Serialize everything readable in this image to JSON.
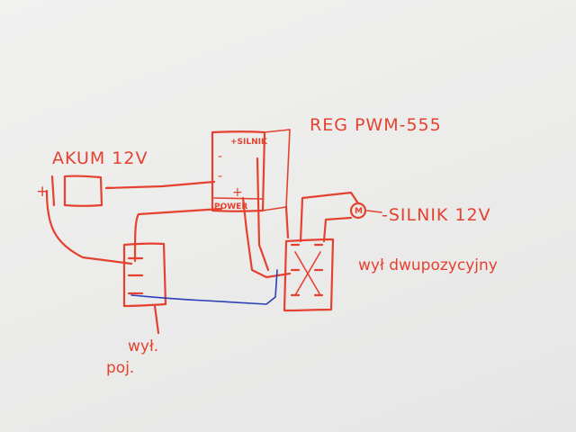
{
  "labels": {
    "akum": "AKUM 12V",
    "reg": "REG PWM-555",
    "silnik_top": "+SILNIK",
    "power": "POWER",
    "silnik_right": "-SILNIK 12V",
    "wyl_dwu": "wył dwupozycyjny",
    "wyl_poj_line1": "wył.",
    "wyl_poj_line2": "poj."
  },
  "terminals": {
    "plus": "+",
    "minus": "-",
    "motor": "M"
  },
  "colors": {
    "ink_red": "#e5412f",
    "ink_blue": "#2a3fb8",
    "paper": "#ececeb"
  }
}
